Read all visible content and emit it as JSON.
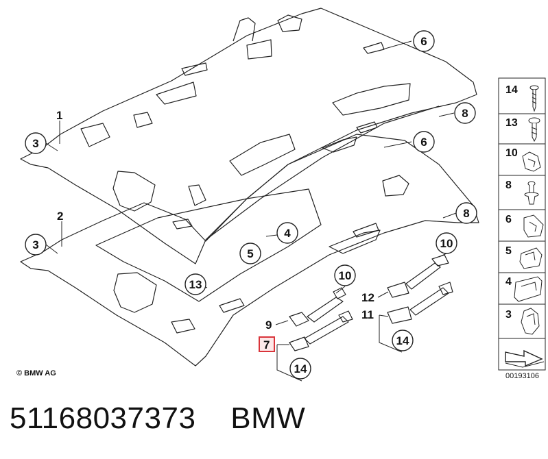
{
  "callouts": {
    "c1": "1",
    "c2": "2",
    "c3a": "3",
    "c3b": "3",
    "c4": "4",
    "c5": "5",
    "c6a": "6",
    "c6b": "6",
    "c7": "7",
    "c8a": "8",
    "c8b": "8",
    "c9": "9",
    "c10a": "10",
    "c10b": "10",
    "c11": "11",
    "c12": "12",
    "c13": "13",
    "c14a": "14",
    "c14b": "14"
  },
  "legend": [
    "14",
    "13",
    "10",
    "8",
    "6",
    "5",
    "4",
    "3"
  ],
  "copyright": "© BMW AG",
  "diagram_id": "00193106",
  "caption": "51168037373    BMW",
  "colors": {
    "highlight": "#d9343a",
    "line": "#222222"
  }
}
